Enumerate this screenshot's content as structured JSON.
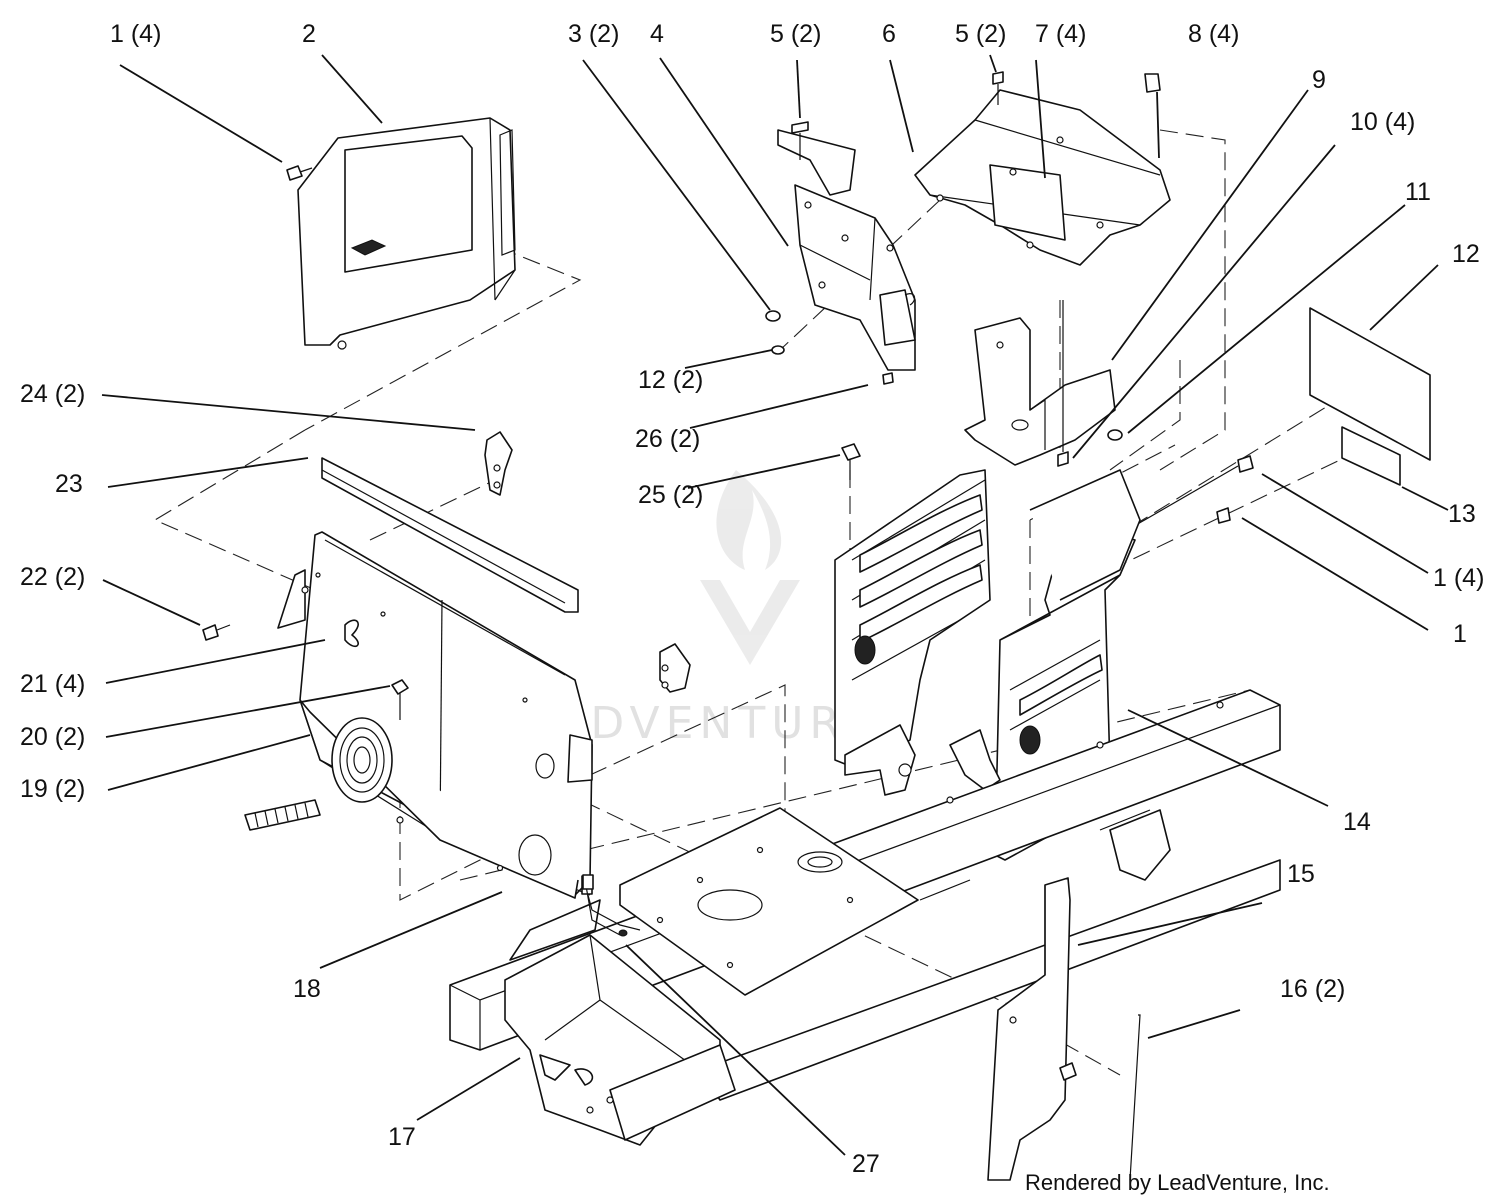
{
  "labels": [
    {
      "id": "l1a",
      "text": "1 (4)"
    },
    {
      "id": "l2",
      "text": "2"
    },
    {
      "id": "l3",
      "text": "3 (2)"
    },
    {
      "id": "l4",
      "text": "4"
    },
    {
      "id": "l5a",
      "text": "5 (2)"
    },
    {
      "id": "l6",
      "text": "6"
    },
    {
      "id": "l5b",
      "text": "5 (2)"
    },
    {
      "id": "l7",
      "text": "7 (4)"
    },
    {
      "id": "l8",
      "text": "8 (4)"
    },
    {
      "id": "l9",
      "text": "9"
    },
    {
      "id": "l10",
      "text": "10 (4)"
    },
    {
      "id": "l11",
      "text": "11"
    },
    {
      "id": "l12a",
      "text": "12"
    },
    {
      "id": "l13",
      "text": "13"
    },
    {
      "id": "l1b",
      "text": "1 (4)"
    },
    {
      "id": "l1c",
      "text": "1"
    },
    {
      "id": "l14",
      "text": "14"
    },
    {
      "id": "l15",
      "text": "15"
    },
    {
      "id": "l16",
      "text": "16 (2)"
    },
    {
      "id": "l27",
      "text": "27"
    },
    {
      "id": "l17",
      "text": "17"
    },
    {
      "id": "l18",
      "text": "18"
    },
    {
      "id": "l19",
      "text": "19 (2)"
    },
    {
      "id": "l20",
      "text": "20 (2)"
    },
    {
      "id": "l21",
      "text": "21 (4)"
    },
    {
      "id": "l22",
      "text": "22 (2)"
    },
    {
      "id": "l23",
      "text": "23"
    },
    {
      "id": "l24",
      "text": "24 (2)"
    },
    {
      "id": "l12b",
      "text": "12 (2)"
    },
    {
      "id": "l26",
      "text": "26 (2)"
    },
    {
      "id": "l25",
      "text": "25 (2)"
    }
  ],
  "watermark": "LEADVENTURE",
  "credit": "Rendered by LeadVenture, Inc."
}
